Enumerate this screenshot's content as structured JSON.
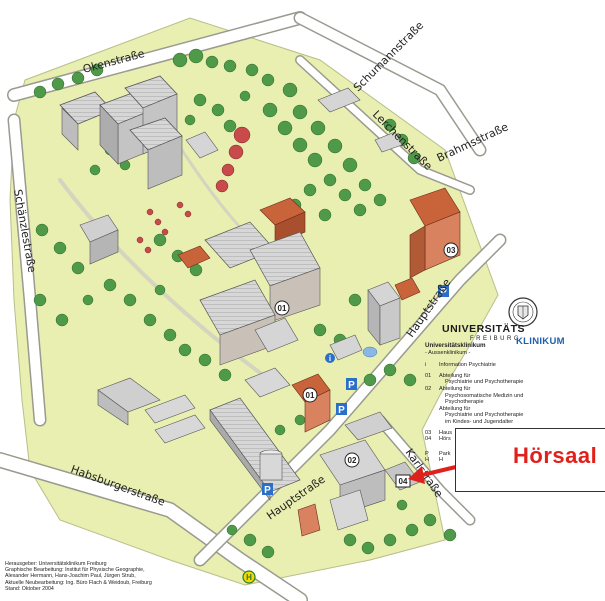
{
  "streets": {
    "okenstrasse": "Okenstraße",
    "schumannstrasse": "Schumannstraße",
    "lerchenstrasse": "Lerchenstraße",
    "brahmsstrasse": "Brahmsstraße",
    "schaenzlestrasse": "Schänzlestraße",
    "hauptstrasse_upper": "Hauptstraße",
    "hauptstrasse_lower": "Hauptstraße",
    "habsburgerstrasse": "Habsburgerstraße",
    "karlstrasse": "Karlstraße"
  },
  "buildings": {
    "b01_top": "01",
    "b01_bottom": "01",
    "b02": "02",
    "b03": "03",
    "b04": "04"
  },
  "markers": {
    "parking": "P",
    "info": "i",
    "bus": "H"
  },
  "logo": {
    "title": "UNIVERSITÄTS",
    "subtitle": "FREIBURG",
    "klinikum": "KLINIKUM"
  },
  "legend": {
    "heading": "Universitätsklinikum",
    "subheading": "- Aussenklinikum -",
    "rows": [
      {
        "code": "i",
        "text": "Information Psychiatrie"
      },
      {
        "code": "01",
        "text": "Abteilung für"
      },
      {
        "code": "",
        "text": "Psychiatrie und Psychotherapie"
      },
      {
        "code": "02",
        "text": "Abteilung für"
      },
      {
        "code": "",
        "text": "Psychosomatische Medizin und Psychotherapie"
      },
      {
        "code": "",
        "text": "Abteilung für"
      },
      {
        "code": "",
        "text": "Psychiatrie und Psychotherapie"
      },
      {
        "code": "",
        "text": "im Kindes- und Jugendalter"
      },
      {
        "code": "03",
        "text": "Haus"
      },
      {
        "code": "04",
        "text": "Hörs"
      },
      {
        "code": "",
        "text": ""
      },
      {
        "code": "P",
        "text": "Park"
      },
      {
        "code": "H",
        "text": "H"
      }
    ]
  },
  "callout": {
    "label": "Hörsaal"
  },
  "credits": {
    "line1": "Herausgeber: Universitätsklinikum Freiburg",
    "line2": "Graphische Bearbeitung: Institut für Physische Geographie,",
    "line3": "Alexander Hermann, Hans-Joachim Paul, Jürgen Strub,",
    "line4": "Aktuelle Neubearbeitung: Ing. Büro Flach & Weidoub, Freiburg",
    "line5": "Stand: Oktober 2004"
  },
  "colors": {
    "lawn": "#e9efb0",
    "road": "#ffffff",
    "road_edge": "#9a9a90",
    "tree": "#4f9a48",
    "tree_dark": "#3a7a3a",
    "building_grey": "#cfcfcf",
    "building_red": "#c9643a",
    "parking": "#2a6fc9",
    "callout_text": "#e0201b"
  }
}
